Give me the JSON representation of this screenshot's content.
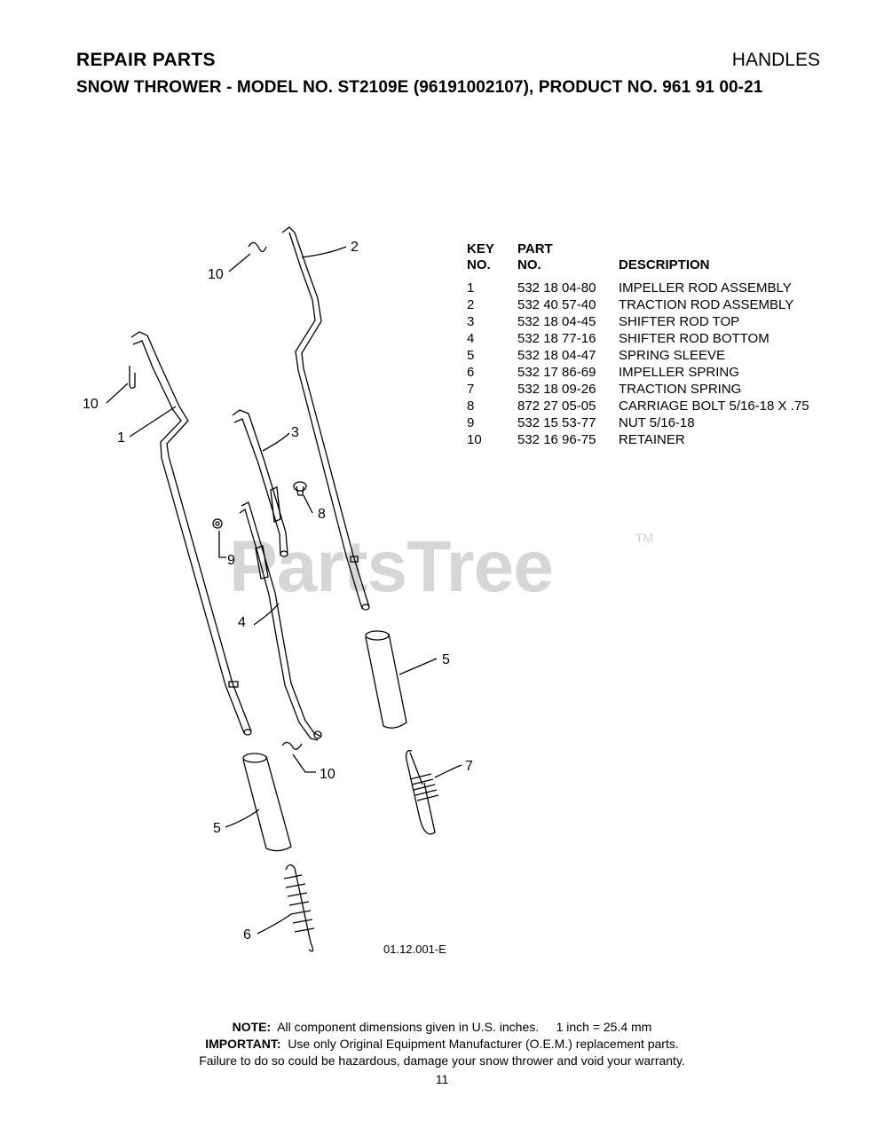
{
  "header": {
    "left": "REPAIR PARTS",
    "right": "HANDLES",
    "subtitle_prefix": "SNOW THROWER - MODEL NO. ",
    "model": "ST2109E",
    "subtitle_suffix": " (96191002107), PRODUCT NO. 961 91 00-21"
  },
  "table": {
    "headers": {
      "key_1": "KEY",
      "key_2": "NO.",
      "part_1": "PART",
      "part_2": "NO.",
      "desc": "DESCRIPTION"
    },
    "rows": [
      {
        "key": "1",
        "part": "532 18 04-80",
        "desc": "IMPELLER ROD ASSEMBLY"
      },
      {
        "key": "2",
        "part": "532 40 57-40",
        "desc": "TRACTION ROD ASSEMBLY"
      },
      {
        "key": "3",
        "part": "532 18 04-45",
        "desc": "SHIFTER ROD TOP"
      },
      {
        "key": "4",
        "part": "532 18 77-16",
        "desc": "SHIFTER ROD BOTTOM"
      },
      {
        "key": "5",
        "part": "532 18 04-47",
        "desc": "SPRING SLEEVE"
      },
      {
        "key": "6",
        "part": "532 17 86-69",
        "desc": "IMPELLER SPRING"
      },
      {
        "key": "7",
        "part": "532 18 09-26",
        "desc": "TRACTION SPRING"
      },
      {
        "key": "8",
        "part": "872 27 05-05",
        "desc": "CARRIAGE BOLT 5/16-18 X .75"
      },
      {
        "key": "9",
        "part": "532 15 53-77",
        "desc": "NUT 5/16-18"
      },
      {
        "key": "10",
        "part": "532 16 96-75",
        "desc": "RETAINER"
      }
    ]
  },
  "callouts": {
    "c10a": "10",
    "c2": "2",
    "c10b": "10",
    "c1": "1",
    "c3": "3",
    "c8": "8",
    "c9": "9",
    "c4": "4",
    "c5a": "5",
    "c10c": "10",
    "c7": "7",
    "c5b": "5",
    "c6": "6"
  },
  "watermark": "PartsTree",
  "trademark": "TM",
  "diagram_code": "01.12.001-E",
  "footer": {
    "note_label": "NOTE:",
    "note_text": "  All component dimensions given in U.S. inches.     1 inch = 25.4 mm",
    "important_label": "IMPORTANT:",
    "important_text": "  Use only Original Equipment Manufacturer (O.E.M.) replacement parts.",
    "warning": "Failure to do so could be hazardous, damage your snow thrower and void your warranty.",
    "page": "11"
  }
}
